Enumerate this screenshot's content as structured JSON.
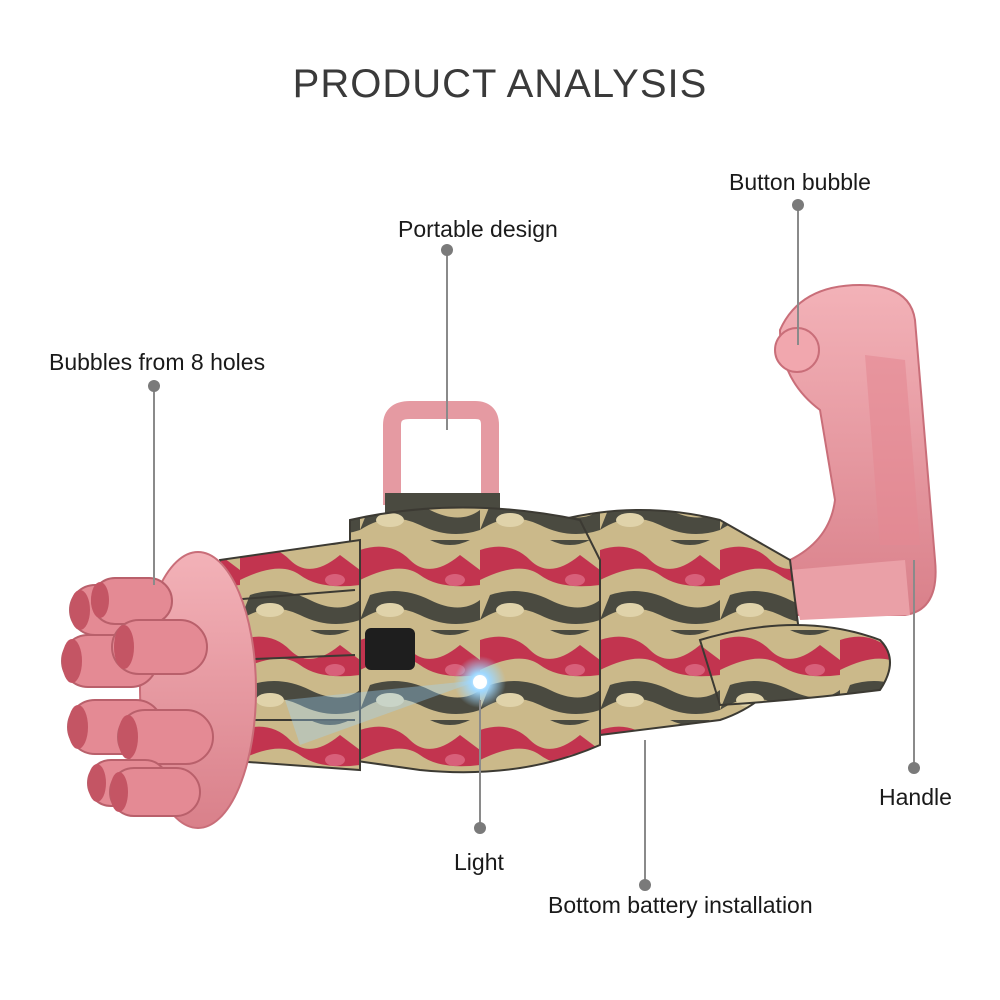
{
  "title": "PRODUCT ANALYSIS",
  "callouts": {
    "button_bubble": "Button bubble",
    "portable_design": "Portable design",
    "bubbles_holes": "Bubbles from 8 holes",
    "handle": "Handle",
    "light": "Light",
    "battery": "Bottom battery installation"
  },
  "colors": {
    "pink": "#e79aa2",
    "camo_red": "#c2344f",
    "camo_tan": "#cbb98a",
    "camo_dark": "#4a4a40",
    "leader": "#888888"
  }
}
